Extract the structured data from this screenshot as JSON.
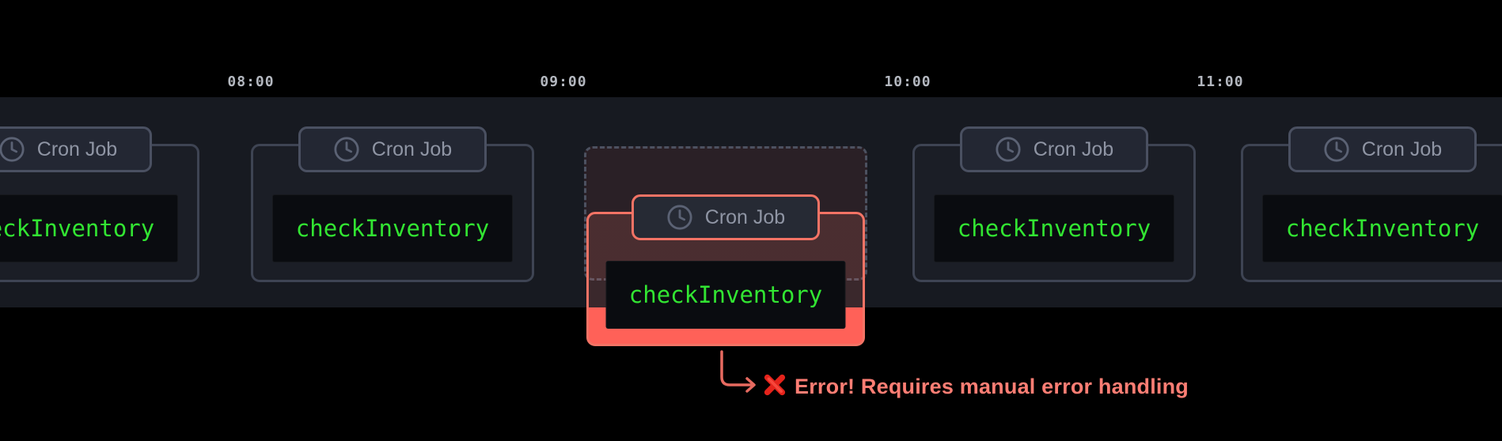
{
  "timeline": {
    "times": [
      "08:00",
      "09:00",
      "10:00",
      "11:00"
    ]
  },
  "jobs": [
    {
      "badge_label": "Cron Job",
      "function_name": "checkInventory",
      "status": "success"
    },
    {
      "badge_label": "Cron Job",
      "function_name": "checkInventory",
      "status": "success"
    },
    {
      "badge_label": "Cron Job",
      "function_name": "checkInventory",
      "status": "failed"
    },
    {
      "badge_label": "Cron Job",
      "function_name": "checkInventory",
      "status": "success"
    },
    {
      "badge_label": "Cron Job",
      "function_name": "checkInventory",
      "status": "success"
    }
  ],
  "error": {
    "message": "Error! Requires manual error handling"
  },
  "colors": {
    "background": "#000000",
    "band": "#171a21",
    "card_border": "#3e4453",
    "badge_text": "#8f95a4",
    "code_green": "#32e532",
    "error_salmon": "#f37365",
    "error_fill": "#ff6158",
    "error_text": "#ff7e74",
    "time_text": "#b4b8c0"
  }
}
